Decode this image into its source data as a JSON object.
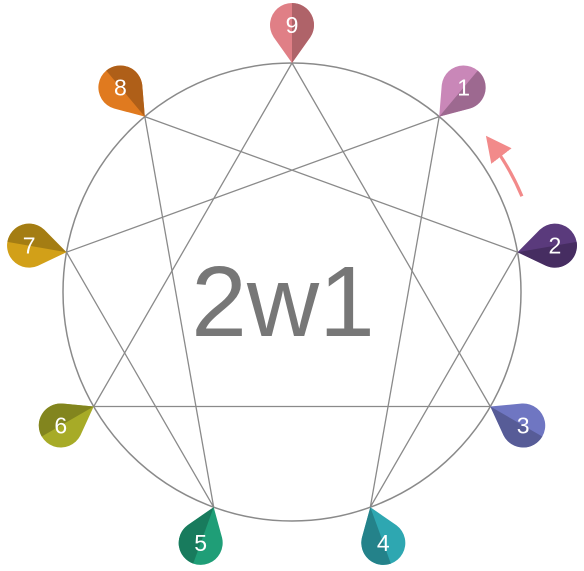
{
  "center_label": "2w1",
  "points": [
    {
      "number": "1",
      "color": "#c987b8"
    },
    {
      "number": "2",
      "color": "#5a3a7c"
    },
    {
      "number": "3",
      "color": "#6f76c2"
    },
    {
      "number": "4",
      "color": "#2ea7b1"
    },
    {
      "number": "5",
      "color": "#1f9e77"
    },
    {
      "number": "6",
      "color": "#a7ab27"
    },
    {
      "number": "7",
      "color": "#d2a018"
    },
    {
      "number": "8",
      "color": "#e07a1f"
    },
    {
      "number": "9",
      "color": "#e07f86"
    }
  ],
  "circle_color": "#8a8a8a",
  "line_color": "#8a8a8a",
  "wing_arrow": {
    "from": "2",
    "to": "1",
    "color": "#f28a8a"
  },
  "triangle": [
    "9",
    "3",
    "6"
  ],
  "hexad": [
    "1",
    "4",
    "2",
    "8",
    "5",
    "7"
  ]
}
